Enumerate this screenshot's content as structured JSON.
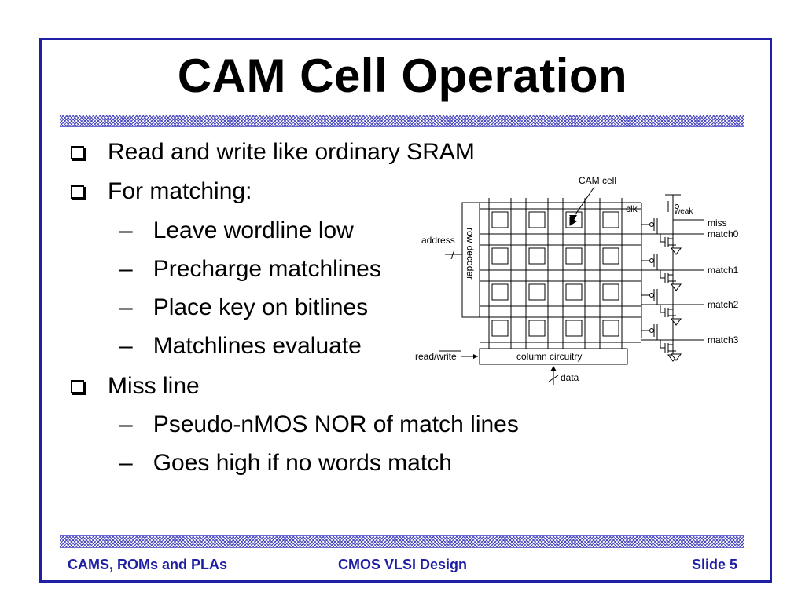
{
  "title": "CAM Cell Operation",
  "bullets": [
    {
      "level": 1,
      "text": "Read and write like ordinary SRAM"
    },
    {
      "level": 1,
      "text": "For matching:"
    },
    {
      "level": 2,
      "text": "Leave wordline low"
    },
    {
      "level": 2,
      "text": "Precharge matchlines"
    },
    {
      "level": 2,
      "text": "Place key on bitlines"
    },
    {
      "level": 2,
      "text": "Matchlines evaluate"
    },
    {
      "level": 1,
      "text": "Miss line"
    },
    {
      "level": 2,
      "text": "Pseudo-nMOS NOR of match lines"
    },
    {
      "level": 2,
      "text": "Goes high if no words match"
    }
  ],
  "diagram": {
    "cam_cell": "CAM cell",
    "clk": "clk",
    "weak": "weak",
    "miss": "miss",
    "match0": "match0",
    "match1": "match1",
    "match2": "match2",
    "match3": "match3",
    "address": "address",
    "row_decoder": "row decoder",
    "read_write": "read/write",
    "column_circuitry": "column circuitry",
    "data": "data"
  },
  "footer": {
    "left": "CAMS, ROMs and PLAs",
    "center": "CMOS VLSI Design",
    "right": "Slide 5"
  },
  "colors": {
    "frame": "#1f1fa6",
    "footer_text": "#1f1fa6",
    "hatch": "#4a4ac0"
  }
}
